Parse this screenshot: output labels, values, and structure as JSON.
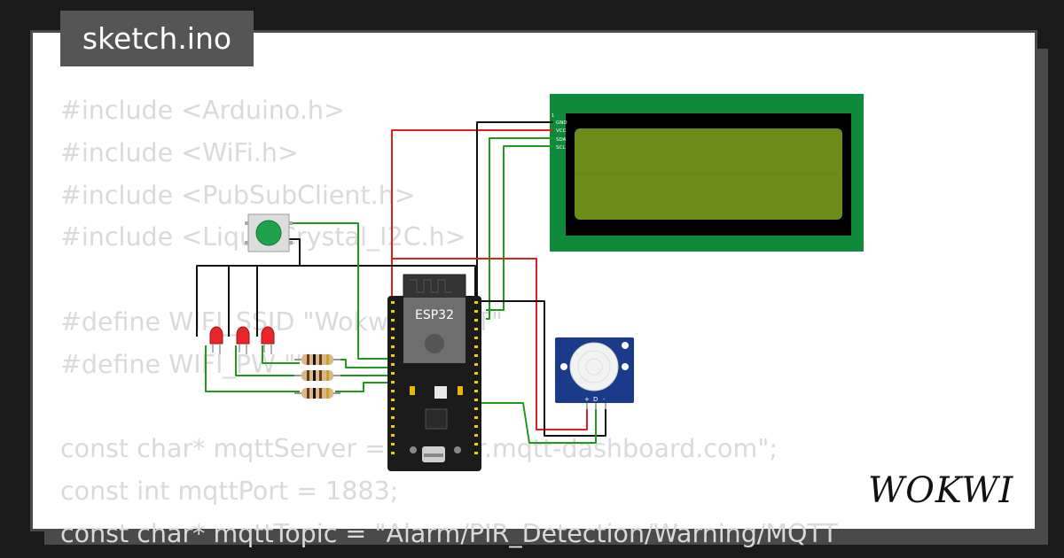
{
  "tab": {
    "filename": "sketch.ino"
  },
  "code_lines": [
    "#include <Arduino.h>",
    "#include <WiFi.h>",
    "#include <PubSubClient.h>",
    "#include <LiquidCrystal_I2C.h>",
    "",
    "#define WIFI_SSID \"Wokwi-GUEST\"",
    "#define WIFI_PW \"\"",
    "",
    "const char* mqttServer = \"broker.mqtt-dashboard.com\";",
    "const int mqttPort = 1883;",
    "const char* mqttTopic = \"Alarm/PIR_Detection/Warning/MQTT"
  ],
  "esp32": {
    "label": "ESP32"
  },
  "lcd": {
    "pins": [
      "GND",
      "VCC",
      "SDA",
      "SCL"
    ]
  },
  "pir": {
    "pin_labels": [
      "+",
      "D",
      "-"
    ]
  },
  "brand": {
    "logo_text": "WOKWI"
  },
  "colors": {
    "wire_red": "#e02020",
    "wire_green": "#1e9a1e",
    "wire_black": "#111111",
    "lcd_board": "#0e8a3a",
    "lcd_screen": "#6b8c18",
    "led_red": "#e8262a",
    "button_cap": "#1ea34a",
    "pir_board": "#1a3a8a"
  }
}
